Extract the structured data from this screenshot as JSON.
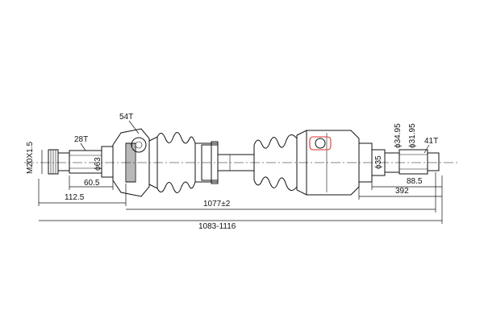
{
  "drawing": {
    "labels": {
      "thread": "M20X1.5",
      "left_spline": "28T",
      "left_dia": "ϕ63",
      "joint_spline": "54T",
      "right_dia_1": "ϕ34.95",
      "right_dia_2": "ϕ31.95",
      "right_spline": "41T",
      "right_dia_3": "ϕ35"
    },
    "dimensions": {
      "d_60_5": "60.5",
      "d_112_5": "112.5",
      "d_1077": "1077±2",
      "d_1083": "1083-1116",
      "d_88_5": "88.5",
      "d_392": "392"
    },
    "colors": {
      "line": "#111111",
      "highlight": "#dd3333",
      "background": "#ffffff"
    }
  }
}
